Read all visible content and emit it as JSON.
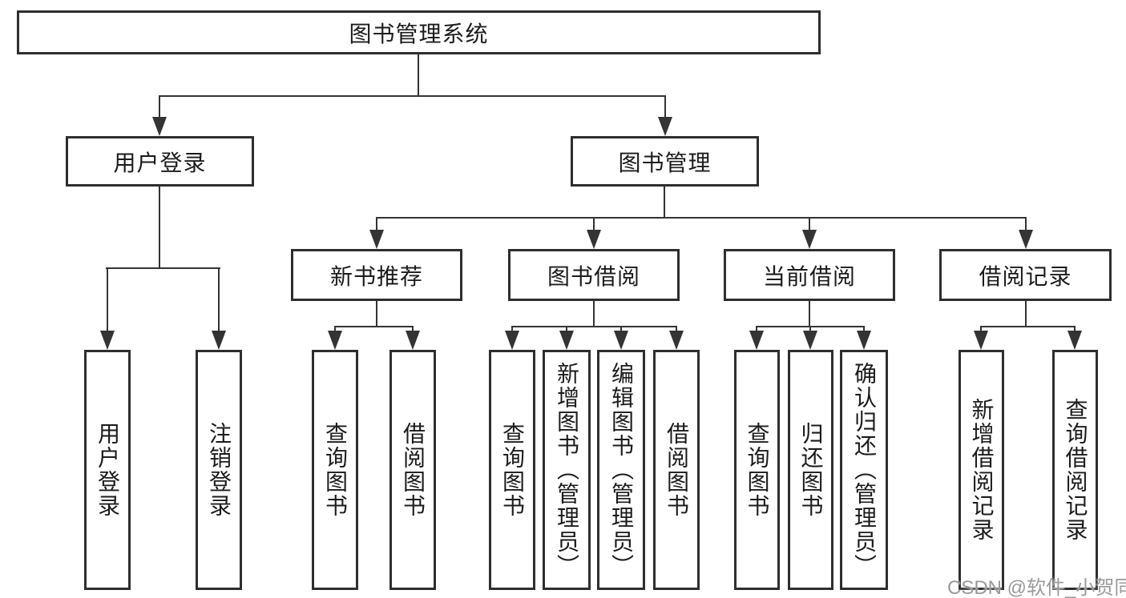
{
  "diagram": {
    "type": "hierarchy-tree",
    "title": "图书管理系统",
    "colors": {
      "line": "#343434",
      "box_border": "#2e2e2e",
      "box_background": "#ffffff",
      "text": "#1b1b1b",
      "watermark": "#9a9a9a"
    },
    "watermark": "CSDN @软件_小贺同学"
  },
  "tree": {
    "label": "图书管理系统",
    "children": [
      {
        "label": "用户登录",
        "children": [
          {
            "label": "用户登录"
          },
          {
            "label": "注销登录"
          }
        ]
      },
      {
        "label": "图书管理",
        "children": [
          {
            "label": "新书推荐",
            "children": [
              {
                "label": "查询图书"
              },
              {
                "label": "借阅图书"
              }
            ]
          },
          {
            "label": "图书借阅",
            "children": [
              {
                "label": "查询图书"
              },
              {
                "label": "新增图书（管理员）"
              },
              {
                "label": "编辑图书（管理员）"
              },
              {
                "label": "借阅图书"
              }
            ]
          },
          {
            "label": "当前借阅",
            "children": [
              {
                "label": "查询图书"
              },
              {
                "label": "归还图书"
              },
              {
                "label": "确认归还（管理员）"
              }
            ]
          },
          {
            "label": "借阅记录",
            "children": [
              {
                "label": "新增借阅记录"
              },
              {
                "label": "查询借阅记录"
              }
            ]
          }
        ]
      }
    ]
  }
}
